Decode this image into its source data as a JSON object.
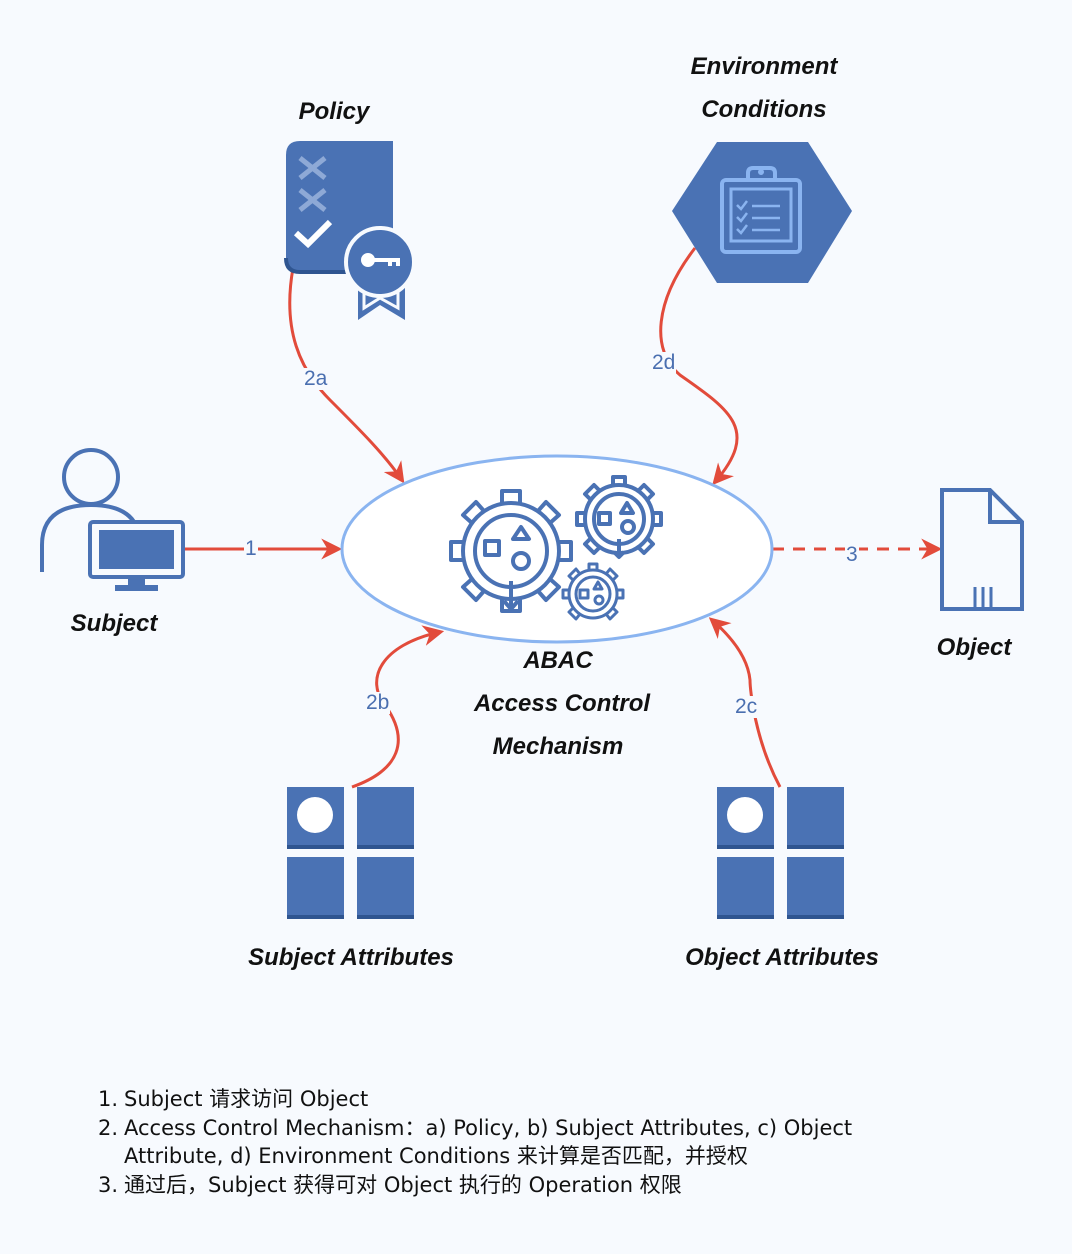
{
  "nodes": {
    "policy": "Policy",
    "environment": [
      "Environment",
      "Conditions"
    ],
    "subject": "Subject",
    "object": "Object",
    "mechanism": [
      "ABAC",
      "Access Control",
      "Mechanism"
    ],
    "subject_attributes": "Subject Attributes",
    "object_attributes": "Object Attributes"
  },
  "edges": {
    "e1": "1",
    "e2a": "2a",
    "e2b": "2b",
    "e2c": "2c",
    "e2d": "2d",
    "e3": "3"
  },
  "notes": [
    {
      "num": "1.",
      "text": "Subject 请求访问 Object"
    },
    {
      "num": "2.",
      "text": "Access Control Mechanism：a) Policy, b) Subject Attributes, c) Object Attribute, d) Environment Conditions 来计算是否匹配，并授权"
    },
    {
      "num": "3.",
      "text": "通过后，Subject 获得可对 Object 执行的 Operation 权限"
    }
  ],
  "colors": {
    "icon_blue": "#4a72b4",
    "ellipse_stroke": "#8ab4f0",
    "arrow_red": "#e24b3b",
    "background": "#f7fafe"
  }
}
